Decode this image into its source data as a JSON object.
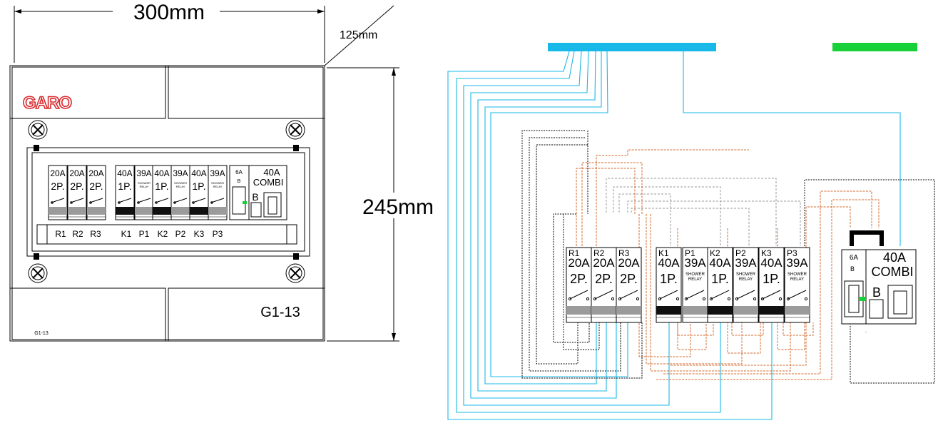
{
  "colors": {
    "blue": "#18b8e8",
    "green": "#18d038",
    "orange": "#d46a2c",
    "grey_dash": "#9a9a9a",
    "black": "#000000",
    "logo_red": "#d8282c"
  },
  "dimensions": {
    "width": "300mm",
    "depth": "125mm",
    "height": "245mm"
  },
  "front_view": {
    "logo": "GARO",
    "model_label": "G1-13",
    "small_label": "G1-13",
    "breakers": [
      {
        "rating": "20A",
        "poles": "2P.",
        "tag": "R1"
      },
      {
        "rating": "20A",
        "poles": "2P.",
        "tag": "R2"
      },
      {
        "rating": "20A",
        "poles": "2P.",
        "tag": "R3"
      },
      {
        "rating": "40A",
        "poles": "1P.",
        "tag": "K1"
      },
      {
        "rating": "39A",
        "sub1": "SHOWER",
        "sub2": "RELAY",
        "tag": "P1"
      },
      {
        "rating": "40A",
        "poles": "1P.",
        "tag": "K2"
      },
      {
        "rating": "39A",
        "sub1": "SHOWER",
        "sub2": "RELAY",
        "tag": "P2"
      },
      {
        "rating": "40A",
        "poles": "1P.",
        "tag": "K3"
      },
      {
        "rating": "39A",
        "sub1": "SHOWER",
        "sub2": "RELAY",
        "tag": "P3"
      }
    ],
    "combi": {
      "small_rating": "6A",
      "small_curve": "B",
      "rating": "40A",
      "label": "COMBI",
      "curve": "B"
    }
  },
  "wiring": {
    "breakers": [
      {
        "tag": "R1",
        "rating": "20A",
        "poles": "2P."
      },
      {
        "tag": "R2",
        "rating": "20A",
        "poles": "2P."
      },
      {
        "tag": "R3",
        "rating": "20A",
        "poles": "2P."
      },
      {
        "tag": "K1",
        "rating": "40A",
        "poles": "1P."
      },
      {
        "tag": "P1",
        "rating": "39A",
        "sub1": "SHOWER",
        "sub2": "RELAY"
      },
      {
        "tag": "K2",
        "rating": "40A",
        "poles": "1P."
      },
      {
        "tag": "P2",
        "rating": "39A",
        "sub1": "SHOWER",
        "sub2": "RELAY"
      },
      {
        "tag": "K3",
        "rating": "40A",
        "poles": "1P."
      },
      {
        "tag": "P3",
        "rating": "39A",
        "sub1": "SHOWER",
        "sub2": "RELAY"
      }
    ],
    "combi": {
      "small_rating": "6A",
      "small_curve": "B",
      "rating": "40A",
      "label": "COMBI",
      "curve": "B"
    }
  }
}
